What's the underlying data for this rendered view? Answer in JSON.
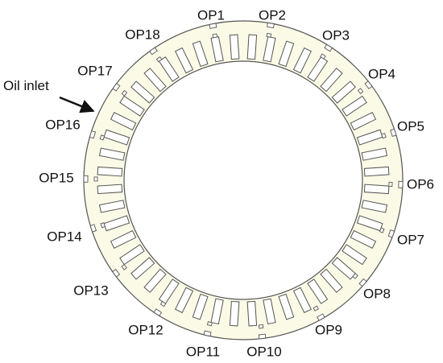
{
  "colors": {
    "ring_fill": "#FBFAE6",
    "stroke": "#555555",
    "text": "#111111",
    "background": "#FFFFFF"
  },
  "diagram": {
    "inlet_label": "Oil inlet",
    "outlet_labels": [
      "OP1",
      "OP2",
      "OP3",
      "OP4",
      "OP5",
      "OP6",
      "OP7",
      "OP8",
      "OP9",
      "OP10",
      "OP11",
      "OP12",
      "OP13",
      "OP14",
      "OP15",
      "OP16",
      "OP17",
      "OP18"
    ],
    "slot_count": 48
  }
}
